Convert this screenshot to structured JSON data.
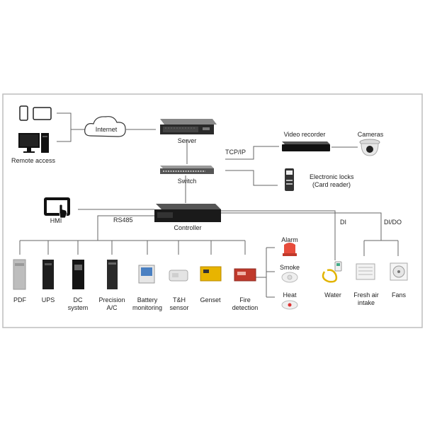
{
  "diagram": {
    "remote_access": "Remote access",
    "internet": "Internet",
    "server": "Server",
    "switch": "Switch",
    "tcp_ip": "TCP/IP",
    "video_recorder": "Video recorder",
    "cameras": "Cameras",
    "electronic_locks": "Electronic locks",
    "card_reader": "(Card reader)",
    "hmi": "HMI",
    "controller": "Controller",
    "rs485": "RS485",
    "di": "DI",
    "di_do": "DI/DO",
    "devices": [
      {
        "line1": "PDF",
        "line2": ""
      },
      {
        "line1": "UPS",
        "line2": ""
      },
      {
        "line1": "DC",
        "line2": "system"
      },
      {
        "line1": "Precision",
        "line2": "A/C"
      },
      {
        "line1": "Battery",
        "line2": "monitoring"
      },
      {
        "line1": "T&H",
        "line2": "sensor"
      },
      {
        "line1": "Genset",
        "line2": ""
      },
      {
        "line1": "Fire",
        "line2": "detection"
      }
    ],
    "alarm": "Alarm",
    "smoke": "Smoke",
    "heat": "Heat",
    "water": "Water",
    "fresh_air": {
      "line1": "Fresh air",
      "line2": "intake"
    },
    "fans": "Fans"
  }
}
